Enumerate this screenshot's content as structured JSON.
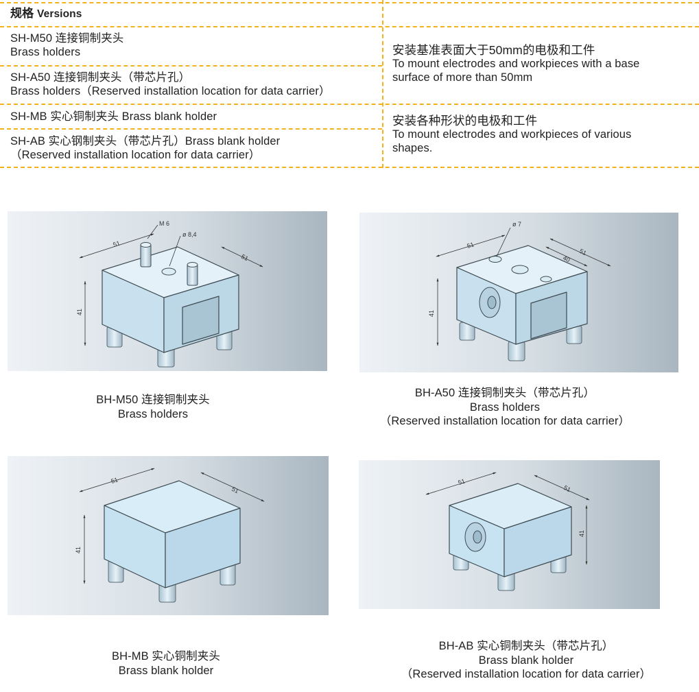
{
  "spec_table": {
    "header_label": "规格",
    "header_label_en": "Versions",
    "rows": [
      {
        "line1": "SH-M50 连接铜制夹头",
        "line2": "Brass holders"
      },
      {
        "line1": "SH-A50 连接铜制夹头（带芯片孔）",
        "line2": "Brass holders（Reserved installation location for data carrier）"
      },
      {
        "line1": "SH-MB 实心铜制夹头 Brass blank holder",
        "line2": ""
      },
      {
        "line1": "SH-AB 实心钢制夹头（带芯片孔）Brass blank holder",
        "line2": "（Reserved  installation location for data carrier）"
      }
    ],
    "groups": [
      {
        "cn": "安装基准表面大于50mm的电极和工件",
        "en1": "To mount electrodes and workpieces with a base",
        "en2": "surface of more than 50mm"
      },
      {
        "cn": "安装各种形状的电极和工件",
        "en1": "To mount electrodes and workpieces of various",
        "en2": "shapes."
      }
    ]
  },
  "products": [
    {
      "id": "bh-m50",
      "caption1": "BH-M50 连接铜制夹头",
      "caption2": "Brass holders",
      "caption3": "",
      "dims": {
        "width": "51",
        "depth": "51",
        "height": "41",
        "thread": "M 6",
        "hole": "ø 8,4"
      }
    },
    {
      "id": "bh-a50",
      "caption1": "BH-A50 连接铜制夹头（带芯片孔）",
      "caption2": "Brass holders",
      "caption3": "（Reserved  installation location for data carrier）",
      "dims": {
        "width": "51",
        "depth": "51",
        "height": "41",
        "hole": "ø 7",
        "pitch": "40"
      }
    },
    {
      "id": "bh-mb",
      "caption1": "BH-MB 实心铜制夹头",
      "caption2": "Brass blank holder",
      "caption3": "",
      "dims": {
        "width": "51",
        "depth": "51",
        "height": "41"
      }
    },
    {
      "id": "bh-ab",
      "caption1": "BH-AB 实心铜制夹头（带芯片孔）",
      "caption2": "Brass blank holder",
      "caption3": "（Reserved installation location for data carrier）",
      "dims": {
        "width": "51",
        "depth": "51",
        "height": "41"
      }
    }
  ],
  "colors": {
    "dashed_rule": "#f3b21c",
    "block_face": "#cfe6f3",
    "panel_gradient_left": "#eef2f6",
    "panel_gradient_right": "#a9b6c0"
  }
}
